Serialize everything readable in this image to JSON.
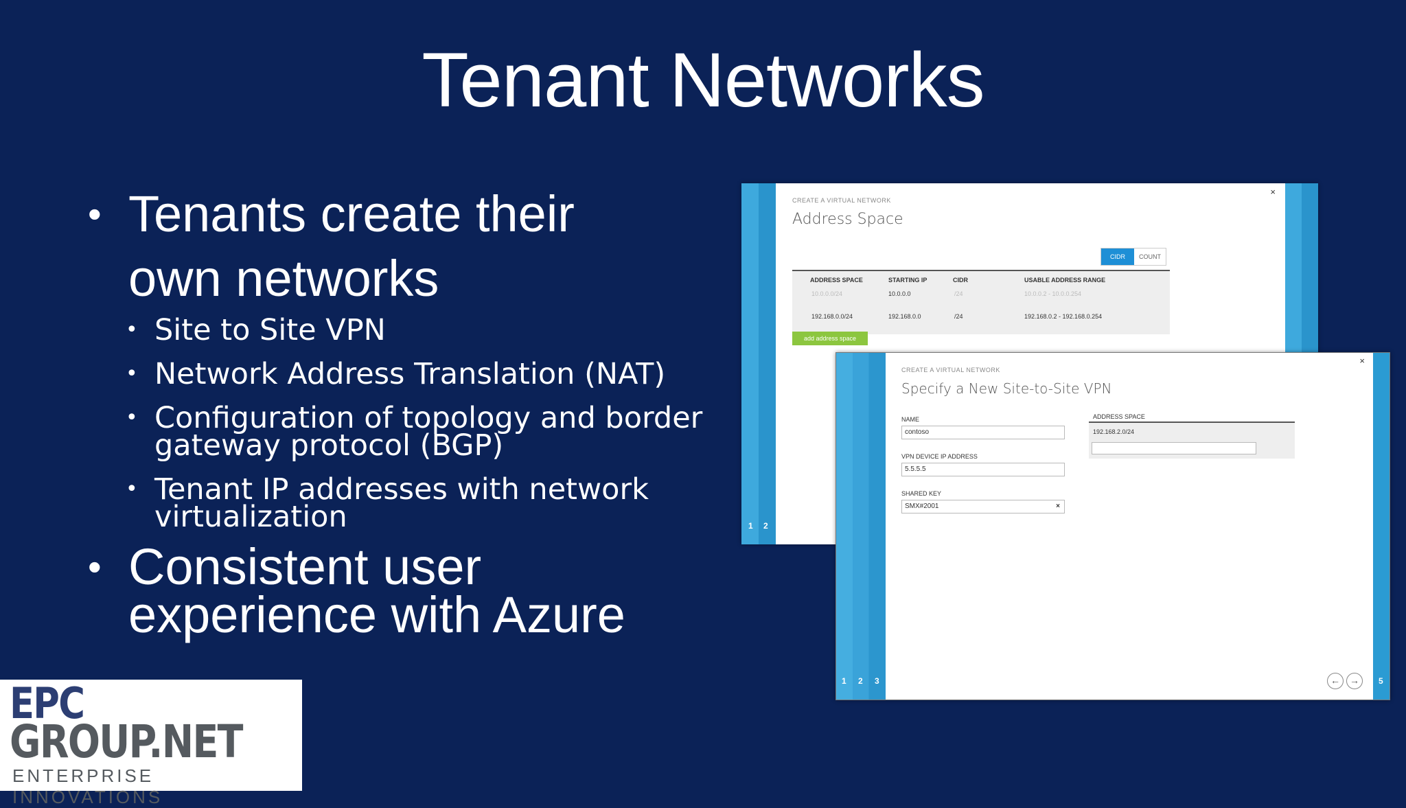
{
  "title": "Tenant Networks",
  "bullets": {
    "b1_line1": "Tenants create their",
    "b1_line2": "own networks",
    "sub": [
      {
        "line1": "Site to Site VPN",
        "line2": ""
      },
      {
        "line1": "Network Address Translation (NAT)",
        "line2": ""
      },
      {
        "line1": "Configuration of topology and border",
        "line2": "gateway protocol (BGP)"
      },
      {
        "line1": "Tenant IP addresses with network",
        "line2": "virtualization"
      }
    ],
    "b2_line1": "Consistent user",
    "b2_line2": "experience with Azure"
  },
  "bullet_symbol": "•",
  "logo": {
    "line1": "EPC",
    "line2": "GROUP.NET",
    "tagline": "ENTERPRISE INNOVATIONS"
  },
  "dialog1": {
    "kicker": "CREATE A VIRTUAL NETWORK",
    "title": "Address Space",
    "toggle_cidr": "CIDR",
    "toggle_count": "COUNT",
    "columns": [
      "ADDRESS SPACE",
      "STARTING IP",
      "CIDR",
      "USABLE ADDRESS RANGE"
    ],
    "rows": [
      [
        "10.0.0.0/24",
        "10.0.0.0",
        "/24",
        "10.0.0.2 - 10.0.0.254"
      ],
      [
        "192.168.0.0/24",
        "192.168.0.0",
        "/24",
        "192.168.0.2 - 192.168.0.254"
      ]
    ],
    "add_button": "add address space",
    "steps": [
      "1",
      "2"
    ]
  },
  "dialog2": {
    "kicker": "CREATE A VIRTUAL NETWORK",
    "title": "Specify a New Site-to-Site VPN",
    "name_label": "NAME",
    "name_value": "contoso",
    "vpn_label": "VPN DEVICE IP ADDRESS",
    "vpn_value": "5.5.5.5",
    "key_label": "SHARED KEY",
    "key_value": "SMX#2001",
    "clear_symbol": "×",
    "address_label": "ADDRESS SPACE",
    "address_value": "192.168.2.0/24",
    "steps": [
      "1",
      "2",
      "3"
    ],
    "last_step": "5"
  },
  "close_symbol": "×",
  "colors": {
    "background": "#0b2257",
    "rail": "#2b9bd3",
    "accent_green": "#8cc63f",
    "toggle_blue": "#1e8fd6"
  }
}
